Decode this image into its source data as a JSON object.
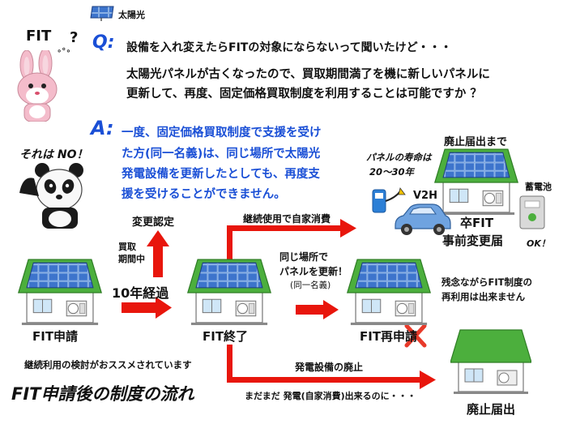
{
  "header": {
    "fit_label": "FIT",
    "question_mark": "?",
    "solar_label": "太陽光",
    "q_marker": "Q:",
    "q_line1": "設備を入れ変えたらFITの対象にならないって聞いたけど・・・",
    "q_line2": "太陽光パネルが古くなったので、買取期間満了を機に新しいパネルに",
    "q_line3": "更新して、再度、固定価格買取制度を利用することは可能ですか ？"
  },
  "answer": {
    "a_marker": "A:",
    "line1": "一度、固定価格買取制度で支援を受け",
    "line2": "た方(同一名義)は、同じ場所で太陽光",
    "line3": "発電設備を更新したとしても、再度支",
    "line4": "援を受けることができません。",
    "panda_label": "それは NO！"
  },
  "flow": {
    "change_approval": "変更認定",
    "purchase_period_1": "買取",
    "purchase_period_2": "期間中",
    "ten_years": "10年経過",
    "continued_use": "継続使用で自家消費",
    "update_panel_1": "同じ場所で",
    "update_panel_2": "パネルを更新！",
    "update_panel_3": "(同一名義)",
    "fit_apply": "FIT申請",
    "fit_end": "FIT終了",
    "fit_reapply": "FIT再申請",
    "unfortunately_1": "残念ながらFIT制度の",
    "unfortunately_2": "再利用は出来ません",
    "until_abolish": "廃止届出まで",
    "panel_life_1": "パネルの寿命は",
    "panel_life_2": "20～30年",
    "v2h": "V2H",
    "battery": "蓄電池",
    "graduate_fit_1": "卒FIT",
    "graduate_fit_2": "事前変更届",
    "ok": "OK！",
    "recommend": "継続利用の検討がおススメされています",
    "flow_title": "FIT申請後の制度の流れ",
    "abolish_equipment": "発電設備の廃止",
    "still_can": "まだまだ 発電(自家消費)出来るのに・・・",
    "abolish_notice": "廃止届出"
  },
  "colors": {
    "roof_green": "#4caf3d",
    "panel_blue": "#2c5fb3",
    "arrow_red": "#e8160c",
    "answer_blue": "#1a4fd6",
    "cross_red": "#e83a2a"
  }
}
